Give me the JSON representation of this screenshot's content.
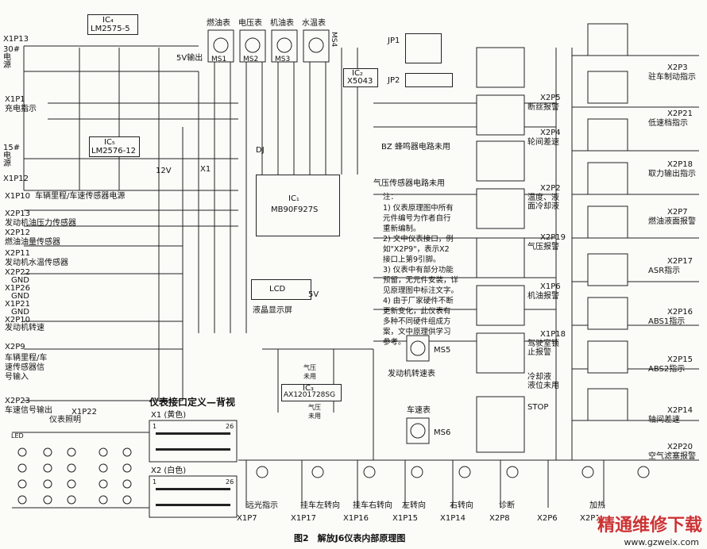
{
  "caption": "图2　解放J6仪表内部原理图",
  "watermark": {
    "brand": "精通维修下载",
    "url": "www.gzweix.com"
  },
  "gauges": {
    "fuel": {
      "label": "燃油表",
      "code": "MS1"
    },
    "voltage": {
      "label": "电压表",
      "code": "MS2"
    },
    "oil": {
      "label": "机油表",
      "code": "MS3"
    },
    "water": {
      "label": "水温表",
      "code": "MS4"
    }
  },
  "ics": {
    "ic1": {
      "name": "IC₁",
      "part": "MB90F927S"
    },
    "ic2": {
      "name": "IC₂",
      "part": "X5043"
    },
    "ic3": {
      "name": "IC₃",
      "part": "AX1201728SG"
    },
    "ic4": {
      "name": "IC₄",
      "part": "LM2575-5"
    },
    "ic5": {
      "name": "IC₅",
      "part": "LM2576-12"
    }
  },
  "lcd": {
    "label": "LCD",
    "caption": "液晶显示屏"
  },
  "left_labels": {
    "x1p13": "X1P13",
    "power30": "30#\n电\n源",
    "out5v": "5V输出",
    "x1p1": "X1P1",
    "charge": "充电指示",
    "power15": "15#\n电\n源",
    "x1p12": "X1P12",
    "v12": "12V",
    "x1p10": "X1P10",
    "speed_sensor_power": "车辆里程/车速传感器电源",
    "x2p13": "X2P13",
    "oil_pressure_sensor": "发动机油压力传感器",
    "x2p12": "X2P12",
    "fuel_sensor": "燃油油量传感器",
    "x2p11": "X2P11",
    "water_temp_sensor": "发动机水温传感器",
    "x2p22": "X2P22",
    "gnd1": "GND",
    "x1p26": "X1P26",
    "gnd2": "GND",
    "x1p21": "X1P21",
    "gnd3": "GND",
    "x2p10": "X2P10",
    "engine_speed": "发动机转速",
    "x2p9": "X2P9",
    "speed_input": "车辆里程/车\n速传感器信\n号输入",
    "x2p23": "X2P23",
    "speed_output": "车速信号输出"
  },
  "mid_labels": {
    "buzzer": "BZ 蜂鸣器电路未用",
    "air_sensor": "气压传感器电路未用",
    "jp1": "JP1",
    "jp2": "JP2",
    "v5": "5V",
    "ms5": "MS5",
    "engine_tach": "发动机转速表",
    "speedometer": "车速表",
    "ms6": "MS6",
    "unused1": "气压\n未用",
    "unused2": "气压\n未用",
    "backlight_x1p22": "X1P22",
    "backlight": "仪表照明",
    "iface_title": "仪表接口定义—背视",
    "x1_conn": "X1 (黄色)",
    "x2_conn": "X2 (白色)",
    "pin1": "1",
    "pin26": "26",
    "pin1b": "1",
    "pin26b": "26",
    "dj": "DJ",
    "x1": "X1"
  },
  "note": {
    "title": "注：",
    "lines": [
      "1) 仪表原理图中所有",
      "元件编号为作者自行",
      "重新编制。",
      "2) 文中仪表接口，例",
      "如\"X2P9\"，表示X2",
      "接口上第9引脚。",
      "3) 仪表中有部分功能",
      "预留，无元件安装，详",
      "见原理图中标注文字。",
      "4) 由于厂家硬件不断",
      "更新变化，此仪表有",
      "多种不同硬件组成方",
      "案，文中原理供学习",
      "参考。"
    ]
  },
  "right_mid": [
    {
      "pin": "X2P5",
      "text": "断丝报警"
    },
    {
      "pin": "X2P4",
      "text": "轮间差速"
    },
    {
      "pin": "X2P2",
      "text": "温度、液\n面冷却液"
    },
    {
      "pin": "X2P19",
      "text": "气压报警"
    },
    {
      "pin": "X1P6",
      "text": "机油报警"
    },
    {
      "pin": "X1P18",
      "text": "驾驶室锁\n止报警"
    },
    {
      "pin": "",
      "text": "冷却液\n液位未用"
    },
    {
      "pin": "",
      "text": "STOP"
    }
  ],
  "right_col": [
    {
      "pin": "X2P3",
      "text": "驻车制动指示"
    },
    {
      "pin": "X2P21",
      "text": "低速档指示"
    },
    {
      "pin": "X2P18",
      "text": "取力输出指示"
    },
    {
      "pin": "X2P7",
      "text": "燃油液面报警"
    },
    {
      "pin": "X2P17",
      "text": "ASR指示"
    },
    {
      "pin": "X2P16",
      "text": "ABS1指示"
    },
    {
      "pin": "X2P15",
      "text": "ABS2指示"
    },
    {
      "pin": "X2P14",
      "text": "轴间差速"
    },
    {
      "pin": "X2P20",
      "text": "空气滤塞报警"
    }
  ],
  "bottom_row": [
    {
      "pin": "X1P7",
      "text": "远光指示"
    },
    {
      "pin": "X1P17",
      "text": "挂车左转向"
    },
    {
      "pin": "X1P16",
      "text": "挂车右转向"
    },
    {
      "pin": "X1P15",
      "text": "左转向"
    },
    {
      "pin": "X1P14",
      "text": "右转向"
    },
    {
      "pin": "X2P8",
      "text": "诊断"
    },
    {
      "pin": "X2P6",
      "text": ""
    },
    {
      "pin": "X2P1",
      "text": "加热"
    }
  ],
  "led_bank": {
    "label": "LED"
  }
}
